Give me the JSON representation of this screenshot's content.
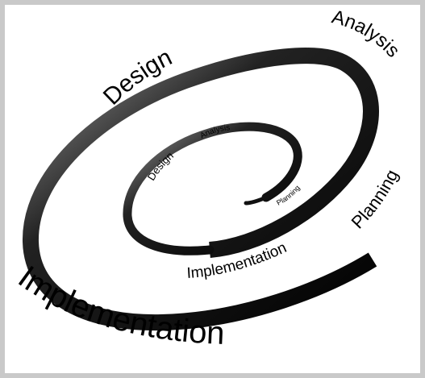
{
  "diagram": {
    "outer_labels": {
      "design": "Design",
      "analysis": "Analysis",
      "planning": "Planning",
      "implementation": "Implementation"
    },
    "middle_labels": {
      "implementation": "Implementation"
    },
    "inner_labels": {
      "design": "Design",
      "analysis": "Analysis",
      "planning": "Planning"
    },
    "colors": {
      "spiral": "#111111",
      "text": "#000000",
      "frame": "#c9c9c9"
    }
  }
}
